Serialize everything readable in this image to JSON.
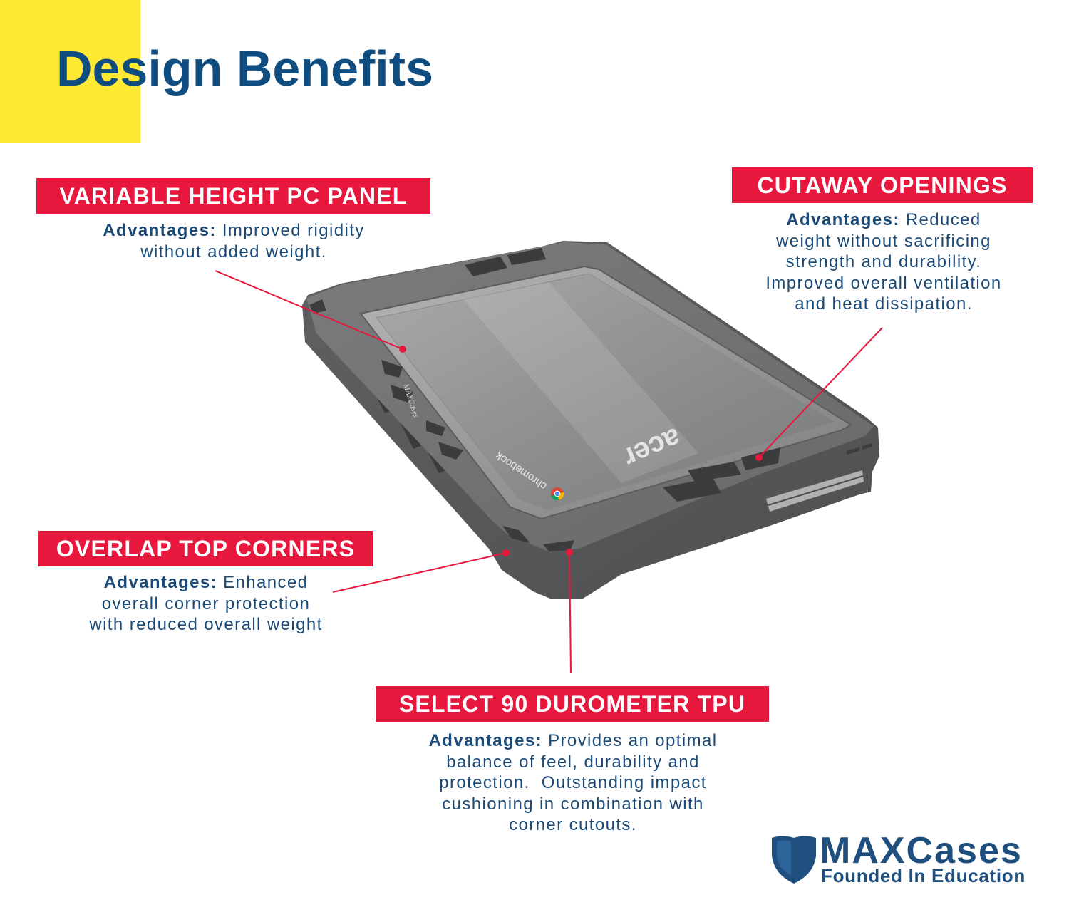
{
  "title": "Design Benefits",
  "colors": {
    "accent_red": "#E8173D",
    "title_blue": "#0F4C7F",
    "text_blue": "#1B4A77",
    "highlight_yellow": "#FEE934",
    "case_gray": "#6F7072"
  },
  "callouts": [
    {
      "heading": "VARIABLE HEIGHT PC PANEL",
      "lead": "Advantages:",
      "lines": [
        "Improved rigidity",
        "without added weight."
      ]
    },
    {
      "heading": "CUTAWAY OPENINGS",
      "lead": "Advantages:",
      "lines": [
        "Reduced",
        "weight without sacrificing",
        "strength and durability.",
        "Improved overall ventilation",
        "and heat dissipation."
      ]
    },
    {
      "heading": "OVERLAP TOP CORNERS",
      "lead": "Advantages:",
      "lines": [
        "Enhanced",
        "overall corner protection",
        "with reduced overall weight"
      ]
    },
    {
      "heading": "SELECT 90 DUROMETER TPU",
      "lead": "Advantages:",
      "lines": [
        "Provides an optimal",
        "balance of feel, durability and",
        "protection.  Outstanding impact",
        "cushioning in combination with",
        "corner cutouts."
      ]
    }
  ],
  "product": {
    "brand_logo": "acer",
    "sub_logo": "chromebook",
    "case_logo": "MAXCases",
    "icons": [
      "chrome-logo-icon"
    ]
  },
  "brand": {
    "name": "MAXCases",
    "tagline": "Founded In Education",
    "icon": "shield-icon"
  }
}
